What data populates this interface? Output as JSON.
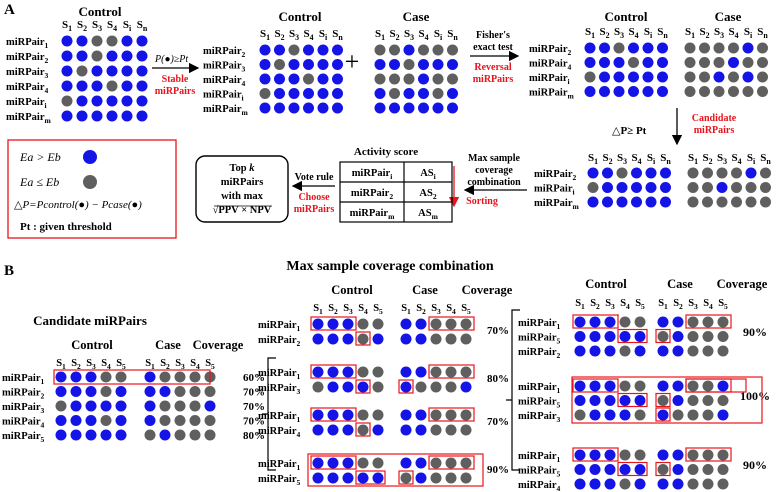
{
  "panel_a": {
    "label": "A",
    "block1": {
      "group": "Control",
      "samples": [
        "S1",
        "S2",
        "S3",
        "S4",
        "Si",
        "Sn"
      ],
      "rows": [
        {
          "label": "miRPair1",
          "dots": "BBGGBB"
        },
        {
          "label": "miRPair2",
          "dots": "BBGBBB"
        },
        {
          "label": "miRPair3",
          "dots": "BGBBBB"
        },
        {
          "label": "miRPair4",
          "dots": "BBBGBB"
        },
        {
          "label": "miRPairi",
          "dots": "GBBBBB"
        },
        {
          "label": "miRPairm",
          "dots": "BBBBBB"
        }
      ]
    },
    "arrow1": {
      "formula": "P(●)≥Pt",
      "caption": "Stable miRPairs"
    },
    "block2": {
      "group": "Control",
      "samples": [
        "S1",
        "S2",
        "S3",
        "S4",
        "Si",
        "Sn"
      ],
      "rows": [
        {
          "label": "miRPair2",
          "dots": "BBGBBB"
        },
        {
          "label": "miRPair3",
          "dots": "BGBBBB"
        },
        {
          "label": "miRPair4",
          "dots": "BBBGBB"
        },
        {
          "label": "miRPairi",
          "dots": "GBBBBB"
        },
        {
          "label": "miRPairm",
          "dots": "BBBBBB"
        }
      ]
    },
    "plus": "+",
    "block3": {
      "group": "Case",
      "samples": [
        "S1",
        "S2",
        "S3",
        "S4",
        "Si",
        "Sn"
      ],
      "rows": [
        {
          "label": "",
          "dots": "GGBGGG"
        },
        {
          "label": "",
          "dots": "BBGBBB"
        },
        {
          "label": "",
          "dots": "GGGBGG"
        },
        {
          "label": "",
          "dots": "BGBBGB"
        },
        {
          "label": "",
          "dots": "BBBBBB"
        }
      ]
    },
    "arrow2": {
      "top": "Fisher's exact test",
      "caption": "Reversal miRPairs"
    },
    "block4_control": {
      "group": "Control",
      "samples": [
        "S1",
        "S2",
        "S3",
        "S4",
        "Si",
        "Sn"
      ],
      "rows": [
        {
          "label": "miRPair2",
          "dots": "BBGBBB"
        },
        {
          "label": "miRPair4",
          "dots": "BBBGBB"
        },
        {
          "label": "miRPairi",
          "dots": "GBBBBB"
        },
        {
          "label": "miRPairm",
          "dots": "BBBBBB"
        }
      ]
    },
    "block4_case": {
      "group": "Case",
      "samples": [
        "S1",
        "S2",
        "S3",
        "S4",
        "Si",
        "Sn"
      ],
      "rows": [
        {
          "label": "",
          "dots": "GGGGBG"
        },
        {
          "label": "",
          "dots": "GGGBGG"
        },
        {
          "label": "",
          "dots": "GGBGBG"
        },
        {
          "label": "",
          "dots": "GGGGGG"
        }
      ]
    },
    "arrow3": {
      "formula": "△P≥ Pt",
      "caption": "Candidate miRPairs"
    },
    "block5_control": {
      "samples": [
        "S1",
        "S2",
        "S3",
        "S4",
        "Si",
        "Sn"
      ],
      "rows": [
        {
          "label": "miRPair2",
          "dots": "BBGBBB"
        },
        {
          "label": "miRPairi",
          "dots": "GBBBBB"
        },
        {
          "label": "miRPairm",
          "dots": "BBBBBB"
        }
      ]
    },
    "block5_case": {
      "samples": [
        "S1",
        "S2",
        "S3",
        "S4",
        "Si",
        "Sn"
      ],
      "rows": [
        {
          "label": "",
          "dots": "GGGGBG"
        },
        {
          "label": "",
          "dots": "GGBGGG"
        },
        {
          "label": "",
          "dots": "GGGGGG"
        }
      ]
    },
    "arrow4": {
      "top": "Max sample coverage combination",
      "caption": "Sorting"
    },
    "activity": {
      "title": "Activity score",
      "rows": [
        {
          "pair": "miRPairi",
          "score": "ASi"
        },
        {
          "pair": "miRPair2",
          "score": "AS2"
        },
        {
          "pair": "miRPairm",
          "score": "ASm"
        }
      ]
    },
    "arrow5": {
      "top": "Vote rule",
      "caption": "Choose miRPairs"
    },
    "topk": {
      "lines": [
        "Top k",
        "miRPairs",
        "with max",
        "√PPV × NPV"
      ]
    },
    "legend": {
      "line1": "Ea > Eb",
      "line2": "Ea ≤ Eb",
      "line3": "△P=Pcontrol(●) − Pcase(●)",
      "line4": "Pt : given threshold"
    }
  },
  "panel_b": {
    "label": "B",
    "title": "Max sample coverage combination",
    "candidate": {
      "title": "Candidate miRPairs",
      "control_label": "Control",
      "case_label": "Case",
      "coverage_label": "Coverage",
      "samples": [
        "S1",
        "S2",
        "S3",
        "S4",
        "S5"
      ],
      "rows": [
        {
          "label": "miRPair1",
          "control": "BBBGG",
          "case": "BGGGG",
          "coverage": "60%"
        },
        {
          "label": "miRPair2",
          "control": "BBBGB",
          "case": "BBGGG",
          "coverage": "70%"
        },
        {
          "label": "miRPair3",
          "control": "GBBBB",
          "case": "BGGGB",
          "coverage": "70%"
        },
        {
          "label": "miRPair4",
          "control": "BBBGB",
          "case": "BGGGG",
          "coverage": "70%"
        },
        {
          "label": "miRPair5",
          "control": "BBBBB",
          "case": "GBGGG",
          "coverage": "80%"
        }
      ]
    },
    "middle": {
      "control_label": "Control",
      "case_label": "Case",
      "coverage_label": "Coverage",
      "samples": [
        "S1",
        "S2",
        "S3",
        "S4",
        "S5"
      ],
      "groups": [
        {
          "coverage": "70%",
          "rows": [
            {
              "label": "miRPair1",
              "control": "BBBGG",
              "case": "BBGGG"
            },
            {
              "label": "miRPair2",
              "control": "BBBGB",
              "case": "BBGGG"
            }
          ]
        },
        {
          "coverage": "80%",
          "rows": [
            {
              "label": "miRPair1",
              "control": "BBBGG",
              "case": "BBGGG"
            },
            {
              "label": "miRPair3",
              "control": "GBBBG",
              "case": "BGGGB"
            }
          ]
        },
        {
          "coverage": "70%",
          "rows": [
            {
              "label": "miRPair1",
              "control": "BBBGG",
              "case": "BBGGG"
            },
            {
              "label": "miRPair4",
              "control": "BBBGB",
              "case": "BBGGG"
            }
          ]
        },
        {
          "coverage": "90%",
          "rows": [
            {
              "label": "miRPair1",
              "control": "BBBGG",
              "case": "BBGGG"
            },
            {
              "label": "miRPair5",
              "control": "BBBBB",
              "case": "GBGGG"
            }
          ]
        }
      ]
    },
    "right": {
      "control_label": "Control",
      "case_label": "Case",
      "coverage_label": "Coverage",
      "samples": [
        "S1",
        "S2",
        "S3",
        "S4",
        "S5"
      ],
      "groups": [
        {
          "coverage": "90%",
          "rows": [
            {
              "label": "miRPair1",
              "control": "BBBGG",
              "case": "BBGGG"
            },
            {
              "label": "miRPair5",
              "control": "BBBBB",
              "case": "GBGGG"
            },
            {
              "label": "miRPair2",
              "control": "BBBGB",
              "case": "BBGGG"
            }
          ]
        },
        {
          "coverage": "100%",
          "rows": [
            {
              "label": "miRPair1",
              "control": "BBBGG",
              "case": "BBGGB"
            },
            {
              "label": "miRPair5",
              "control": "BBBBB",
              "case": "GBGGG"
            },
            {
              "label": "miRPair3",
              "control": "GBBBG",
              "case": "BGGGB"
            }
          ]
        },
        {
          "coverage": "90%",
          "rows": [
            {
              "label": "miRPair1",
              "control": "BBBGG",
              "case": "BBGGG"
            },
            {
              "label": "miRPair5",
              "control": "BBBBB",
              "case": "GBGGG"
            },
            {
              "label": "miRPair4",
              "control": "BBBGB",
              "case": "BBGGG"
            }
          ]
        }
      ]
    }
  },
  "colors": {
    "blue": "#1414e6",
    "gray": "#5f5f5f",
    "red": "#e8141b"
  }
}
